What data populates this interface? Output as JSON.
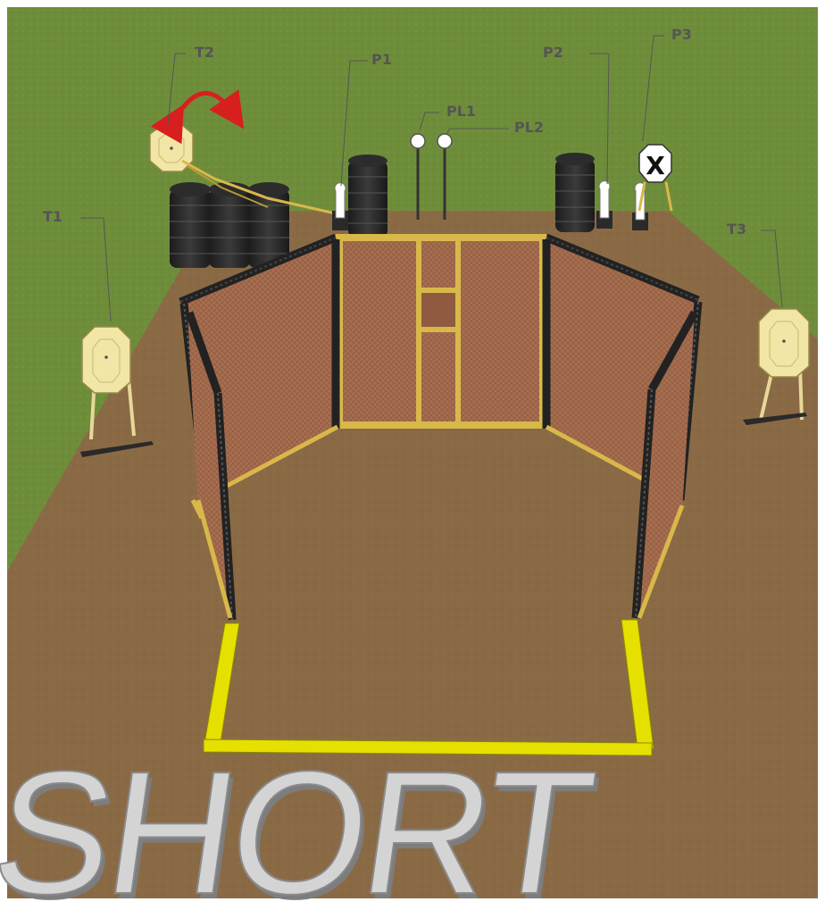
{
  "labels": {
    "t1": "T1",
    "t2": "T2",
    "t3": "T3",
    "p1": "P1",
    "p2": "P2",
    "p3": "P3",
    "pl1": "PL1",
    "pl2": "PL2"
  },
  "title": "SHORT",
  "no_shoot_mark": "X",
  "colors": {
    "grass": "#6f8f3a",
    "dirt": "#8a6a45",
    "wood": "#d9b84a",
    "fault_line": "#e6e000",
    "mesh": "#a06a4a",
    "target": "#f1e6a6",
    "arrow": "#d81f1f",
    "text": "#555555"
  }
}
